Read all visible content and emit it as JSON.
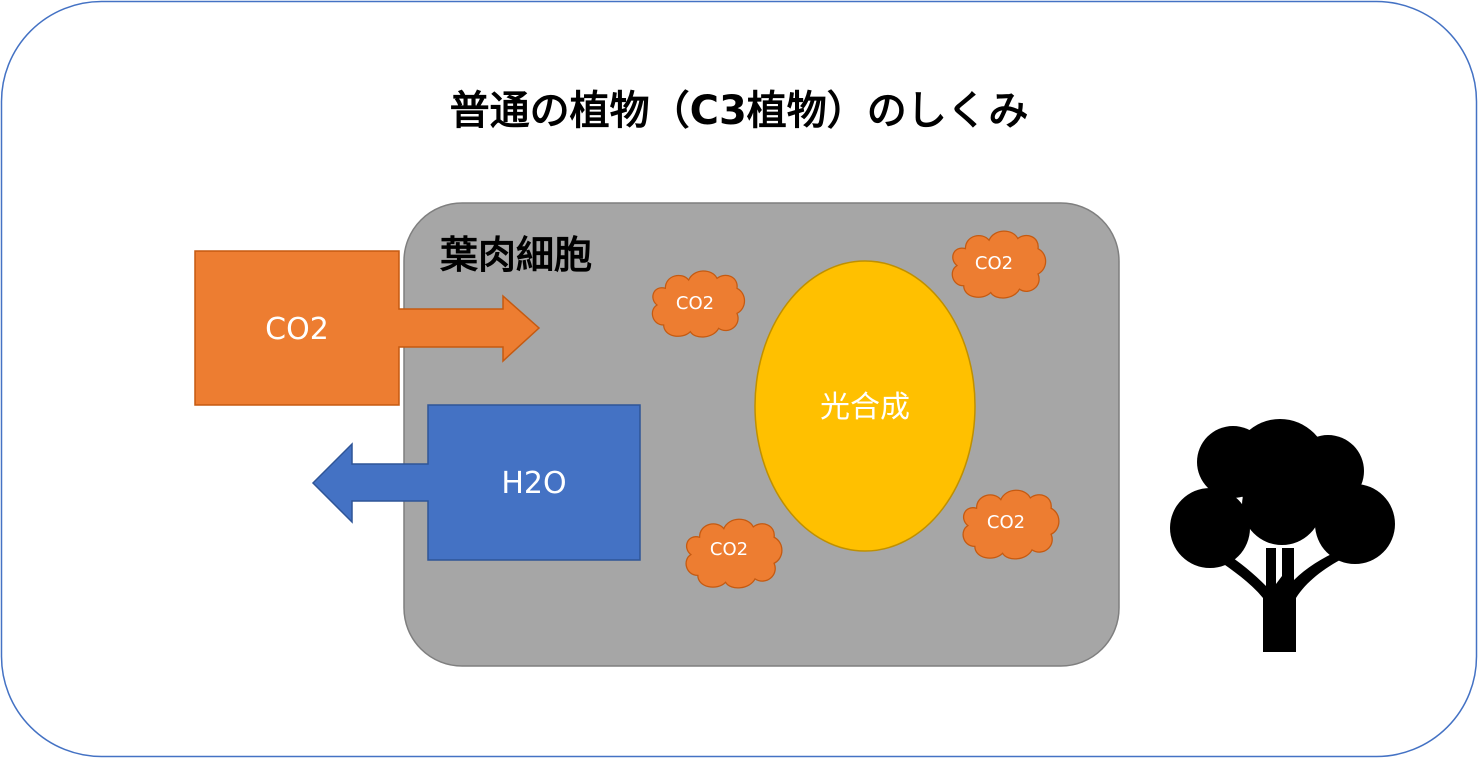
{
  "title": "普通の植物（C3植物）のしくみ",
  "cell": {
    "label": "葉肉細胞"
  },
  "co2_box": {
    "label": "CO2"
  },
  "h2o_box": {
    "label": "H2O"
  },
  "photosynthesis": {
    "label": "光合成"
  },
  "clouds": [
    {
      "label": "CO2"
    },
    {
      "label": "CO2"
    },
    {
      "label": "CO2"
    },
    {
      "label": "CO2"
    }
  ],
  "colors": {
    "frame_border": "#4472c4",
    "cell_fill": "#a6a6a6",
    "co2_orange": "#ed7d31",
    "h2o_blue": "#4472c4",
    "ellipse_gold": "#ffc000",
    "tree": "#000000"
  },
  "icons": {
    "tree": "tree-icon"
  }
}
